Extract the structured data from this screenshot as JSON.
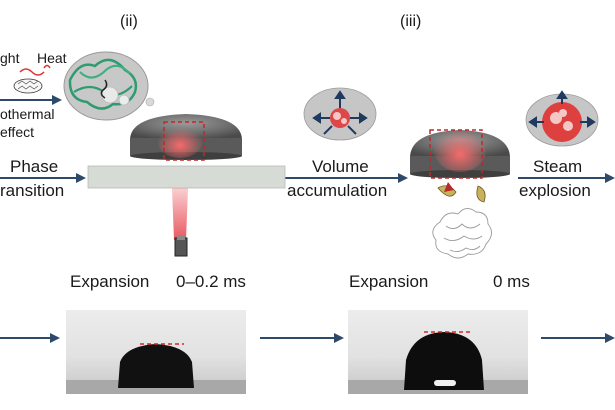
{
  "panels": {
    "ii": {
      "label": "(ii)",
      "image_caption": "Expansion",
      "image_time": "0–0.2 ms"
    },
    "iii": {
      "label": "(iii)",
      "image_caption": "Expansion",
      "image_time": "0 ms"
    }
  },
  "left_labels": {
    "light": "ght",
    "heat": "Heat",
    "photothermal_line1": "othermal",
    "photothermal_line2": "effect",
    "phase_line1": "Phase",
    "phase_line2": "ransition"
  },
  "middle_labels": {
    "volume_line1": "Volume",
    "volume_line2": "accumulation"
  },
  "right_labels": {
    "steam_line1": "Steam",
    "steam_line2": "explosion"
  },
  "colors": {
    "arrow": "#2e4a6b",
    "droplet_grey": "#6b6b6b",
    "heat_red": "#e03030",
    "dash_red": "#c0282a",
    "platform": "#d6dbd6",
    "sponge_green": "#2e9c6f"
  }
}
